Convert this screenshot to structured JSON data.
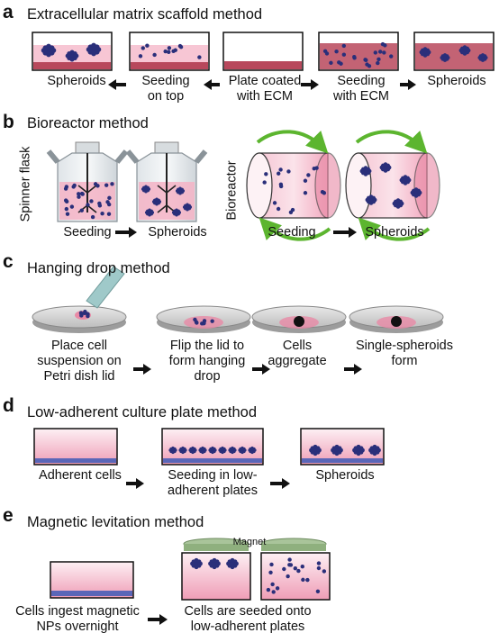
{
  "panels": {
    "a": {
      "letter": "a",
      "title": "Extracellular matrix scaffold method",
      "spheroids_left": "Spheroids",
      "seeding_top_1": "Seeding",
      "seeding_top_2": "on top",
      "plate_1": "Plate coated",
      "plate_2": "with ECM",
      "seeding_ecm_1": "Seeding",
      "seeding_ecm_2": "with ECM",
      "spheroids_right": "Spheroids"
    },
    "b": {
      "letter": "b",
      "title": "Bioreactor method",
      "spinner_flask": "Spinner flask",
      "bioreactor": "Bioreactor",
      "seeding_1": "Seeding",
      "spheroids_1": "Spheroids",
      "seeding_2": "Seeding",
      "spheroids_2": "Spheroids"
    },
    "c": {
      "letter": "c",
      "title": "Hanging drop method",
      "step1_1": "Place cell",
      "step1_2": "suspension on",
      "step1_3": "Petri dish lid",
      "step2_1": "Flip the lid to",
      "step2_2": "form hanging",
      "step2_3": "drop",
      "step3_1": "Cells",
      "step3_2": "aggregate",
      "step4_1": "Single-spheroids",
      "step4_2": "form"
    },
    "d": {
      "letter": "d",
      "title": "Low-adherent culture plate method",
      "adherent": "Adherent cells",
      "seed_1": "Seeding in low-",
      "seed_2": "adherent plates",
      "spheroids": "Spheroids"
    },
    "e": {
      "letter": "e",
      "title": "Magnetic levitation method",
      "magnet": "Magnet",
      "ingest_1": "Cells ingest magnetic",
      "ingest_2": "NPs overnight",
      "seeded_1": "Cells are seeded onto",
      "seeded_2": "low-adherent plates"
    }
  },
  "colors": {
    "pink_light": "#fbe3ea",
    "pink_mid": "#f4b3c6",
    "pink_deep": "#e98aa6",
    "ecm_red": "#b8485c",
    "cell_navy": "#2a2f7a",
    "green_arrow": "#5cb52f",
    "magnet_green": "#a9c49a"
  }
}
